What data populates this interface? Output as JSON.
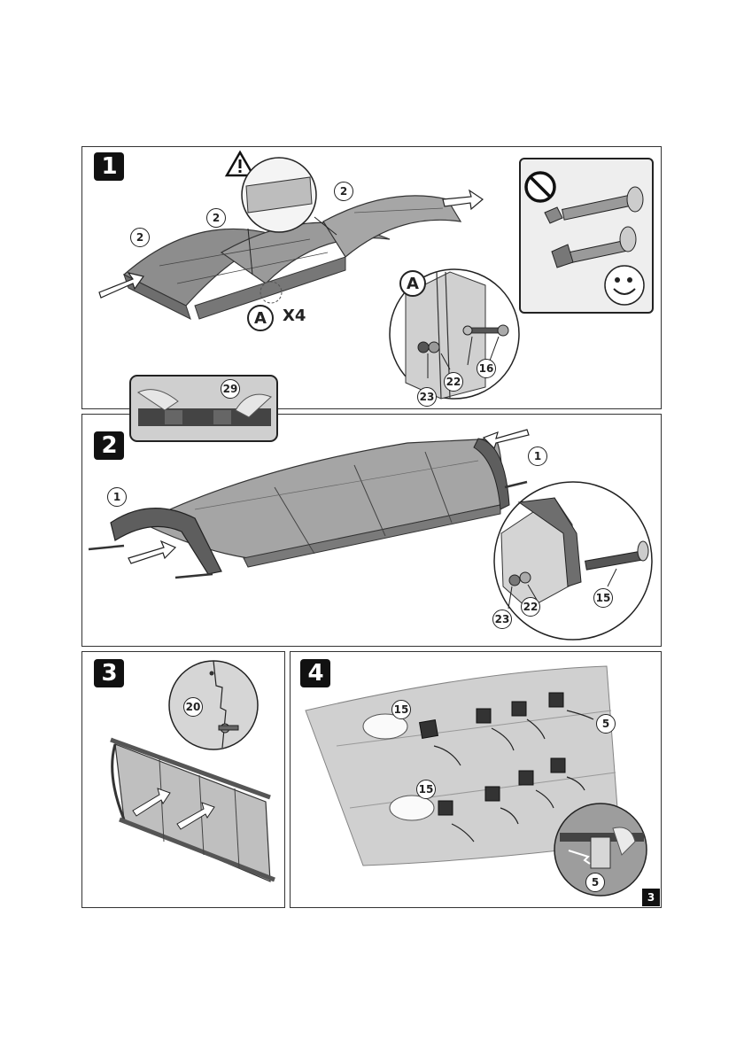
{
  "steps": [
    {
      "number": "1",
      "callouts": [
        "2",
        "2",
        "2",
        "16",
        "22",
        "23"
      ],
      "detail_letter": "A",
      "repeat_label": "X4",
      "warning_icon": "warning-triangle-icon"
    },
    {
      "number": "2",
      "inset_callout": "29",
      "callouts": [
        "1",
        "1",
        "15",
        "22",
        "23"
      ]
    },
    {
      "number": "3",
      "callouts": [
        "20"
      ]
    },
    {
      "number": "4",
      "callouts": [
        "15",
        "15",
        "5",
        "5"
      ]
    }
  ],
  "page_number": "3",
  "colors": {
    "outline": "#333333",
    "part_fill": "#9a9a9a",
    "part_dark": "#5a5a5a",
    "highlight_box": "#eeeeee"
  }
}
